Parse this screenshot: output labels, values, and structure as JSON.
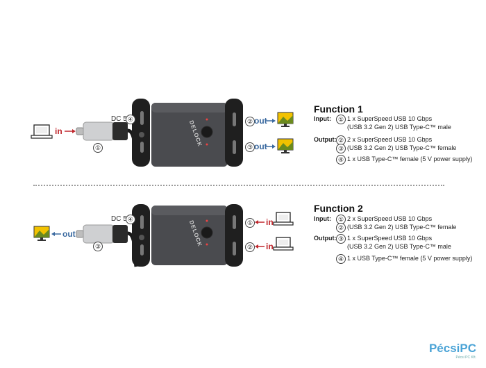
{
  "diagram": {
    "sections": [
      {
        "dc_label": "DC 5V",
        "dc_num": "④",
        "cable_num": "①",
        "left_io": "in",
        "right_io": [
          "out",
          "out"
        ],
        "right_nums": [
          "②",
          "③"
        ],
        "title": "Function 1",
        "input_label": "Input:",
        "input_lines": [
          {
            "num": "①",
            "text": "1 x SuperSpeed USB 10 Gbps"
          },
          {
            "num": "",
            "text": "(USB 3.2 Gen 2) USB Type-C™ male"
          }
        ],
        "output_label": "Output:",
        "output_lines": [
          {
            "num": "②",
            "text": "2 x SuperSpeed USB 10 Gbps"
          },
          {
            "num": "③",
            "text": "(USB 3.2 Gen 2) USB Type-C™ female"
          }
        ],
        "power_line": {
          "num": "④",
          "text": "1 x USB Type-C™ female (5 V power supply)"
        },
        "device_logo": "DELOCK"
      },
      {
        "dc_label": "DC 5V",
        "dc_num": "④",
        "cable_num": "③",
        "left_io": "out",
        "right_io": [
          "in",
          "in"
        ],
        "right_nums": [
          "①",
          "②"
        ],
        "title": "Function 2",
        "input_label": "Input:",
        "input_lines": [
          {
            "num": "①",
            "text": "2 x SuperSpeed USB 10 Gbps"
          },
          {
            "num": "②",
            "text": "(USB 3.2 Gen 2) USB Type-C™ female"
          }
        ],
        "output_label": "Output:",
        "output_lines": [
          {
            "num": "③",
            "text": "1 x SuperSpeed USB 10 Gbps"
          },
          {
            "num": "",
            "text": "(USB 3.2 Gen 2) USB Type-C™ male"
          }
        ],
        "power_line": {
          "num": "④",
          "text": "1 x USB Type-C™ female (5 V power supply)"
        },
        "device_logo": "DELOCK"
      }
    ],
    "watermark": "PécsiPC",
    "watermark_sub": "Pécsi PC Kft."
  },
  "colors": {
    "in": "#c0272d",
    "out": "#3b6aa0",
    "device": "#4a4b4f"
  }
}
